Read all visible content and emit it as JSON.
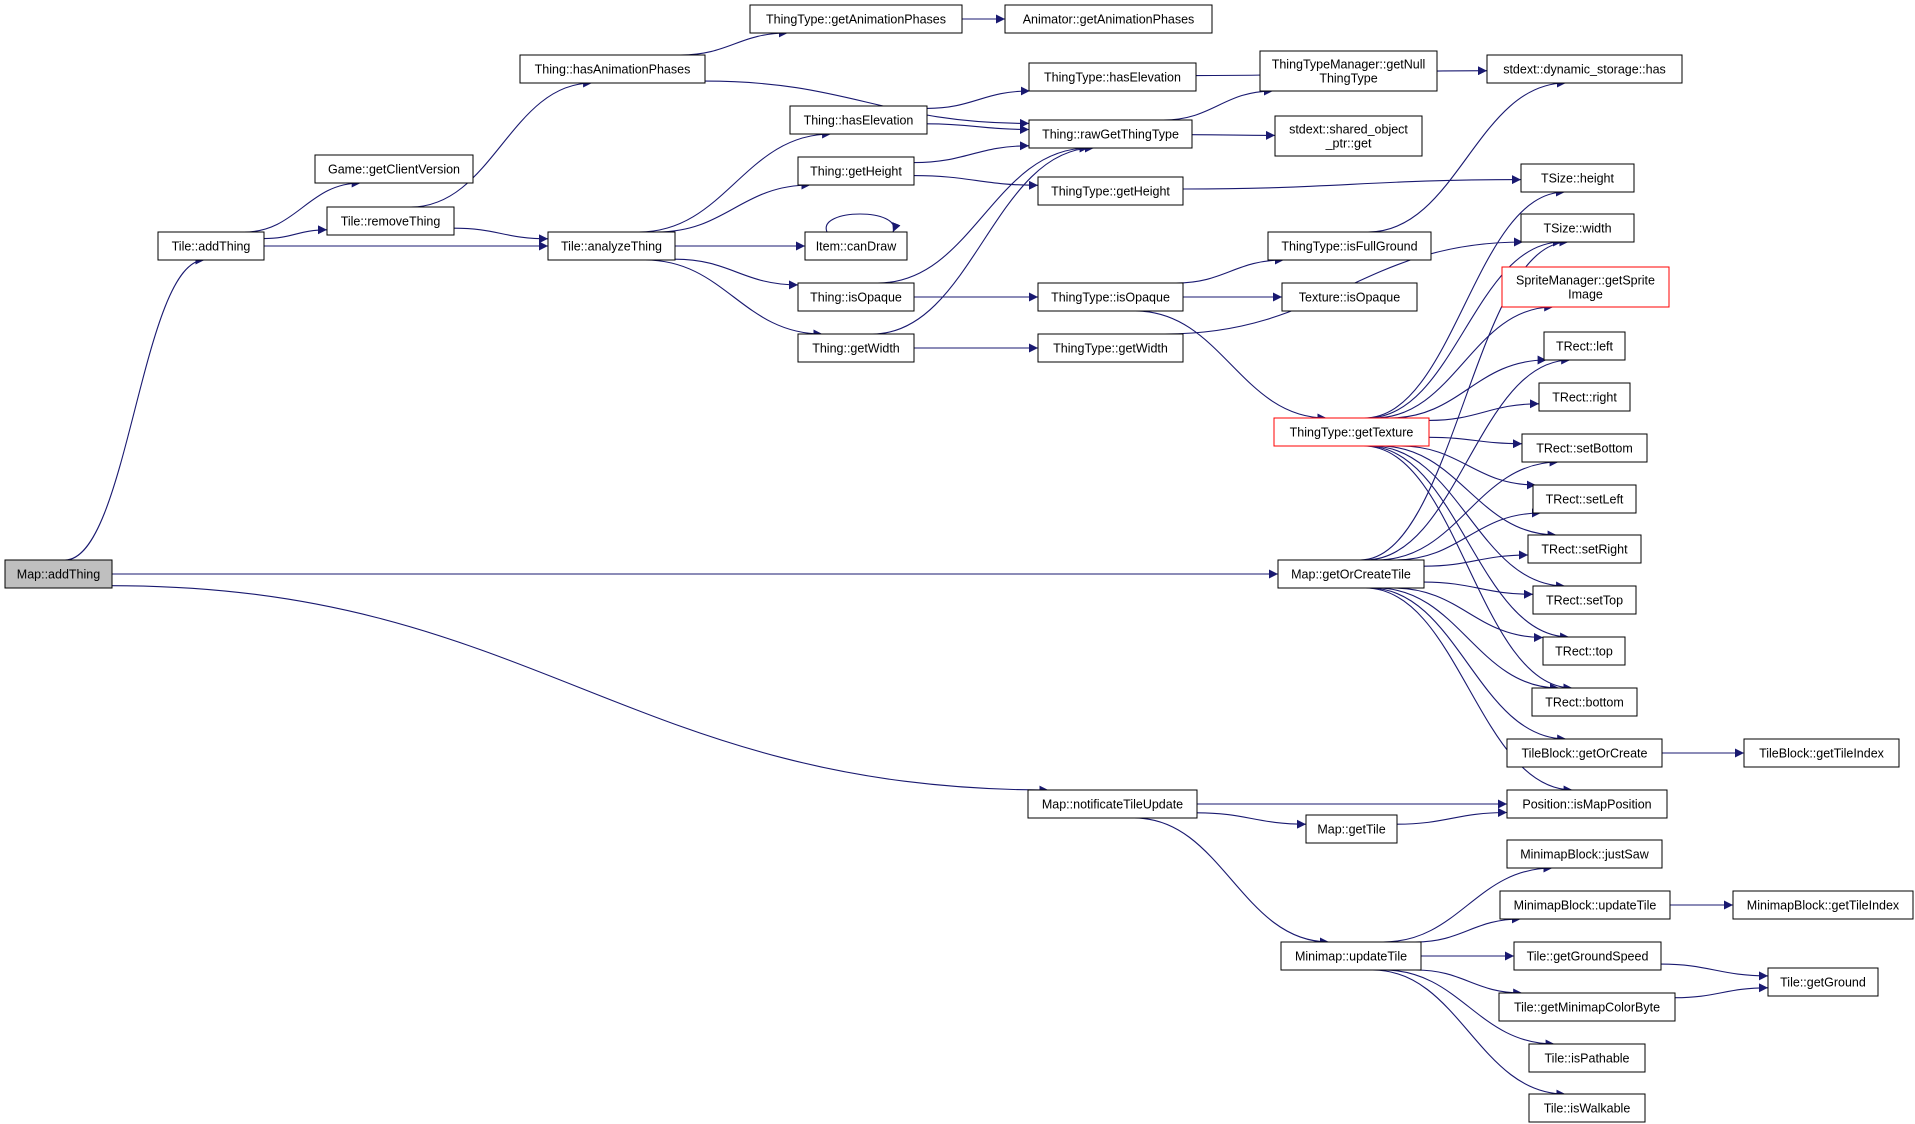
{
  "colors": {
    "edge": "#191970",
    "root_fill": "#bfbfbf",
    "truncated_border": "#ff0000"
  },
  "nodes": {
    "map_addthing": [
      "Map::addThing"
    ],
    "tile_addthing": [
      "Tile::addThing"
    ],
    "game_getclientversion": [
      "Game::getClientVersion"
    ],
    "tile_removething": [
      "Tile::removeThing"
    ],
    "thing_hasanimationphases": [
      "Thing::hasAnimationPhases"
    ],
    "tile_analyzething": [
      "Tile::analyzeThing"
    ],
    "thingtype_getanimationphases": [
      "ThingType::getAnimationPhases"
    ],
    "animator_getanimationphases": [
      "Animator::getAnimationPhases"
    ],
    "thing_haselevation": [
      "Thing::hasElevation"
    ],
    "thing_getheight": [
      "Thing::getHeight"
    ],
    "item_candraw": [
      "Item::canDraw"
    ],
    "thing_isopaque": [
      "Thing::isOpaque"
    ],
    "thing_getwidth": [
      "Thing::getWidth"
    ],
    "thingtype_haselevation": [
      "ThingType::hasElevation"
    ],
    "thing_rawgetthingtype": [
      "Thing::rawGetThingType"
    ],
    "thingtype_getheight": [
      "ThingType::getHeight"
    ],
    "thingtype_isopaque": [
      "ThingType::isOpaque"
    ],
    "thingtype_getwidth": [
      "ThingType::getWidth"
    ],
    "thingtypemanager_getnullthingtype": [
      "ThingTypeManager::getNull",
      "ThingType"
    ],
    "shared_object_ptr_get": [
      "stdext::shared_object",
      "_ptr::get"
    ],
    "thingtype_isfullground": [
      "ThingType::isFullGround"
    ],
    "texture_isopaque": [
      "Texture::isOpaque"
    ],
    "dynamic_storage_has": [
      "stdext::dynamic_storage::has"
    ],
    "tsize_height": [
      "TSize::height"
    ],
    "tsize_width": [
      "TSize::width"
    ],
    "spritemanager_getspriteimage": [
      "SpriteManager::getSprite",
      "Image"
    ],
    "thingtype_gettexture": [
      "ThingType::getTexture"
    ],
    "trect_left": [
      "TRect::left"
    ],
    "trect_right": [
      "TRect::right"
    ],
    "trect_setbottom": [
      "TRect::setBottom"
    ],
    "trect_setleft": [
      "TRect::setLeft"
    ],
    "trect_setright": [
      "TRect::setRight"
    ],
    "trect_settop": [
      "TRect::setTop"
    ],
    "trect_top": [
      "TRect::top"
    ],
    "trect_bottom": [
      "TRect::bottom"
    ],
    "map_getorcreatetile": [
      "Map::getOrCreateTile"
    ],
    "tileblock_getorcreate": [
      "TileBlock::getOrCreate"
    ],
    "tileblock_gettileindex": [
      "TileBlock::getTileIndex"
    ],
    "position_ismapposition": [
      "Position::isMapPosition"
    ],
    "map_notificatetileupdate": [
      "Map::notificateTileUpdate"
    ],
    "map_gettile": [
      "Map::getTile"
    ],
    "minimapblock_justsaw": [
      "MinimapBlock::justSaw"
    ],
    "minimapblock_updatetile": [
      "MinimapBlock::updateTile"
    ],
    "minimapblock_gettileindex": [
      "MinimapBlock::getTileIndex"
    ],
    "minimap_updatetile": [
      "Minimap::updateTile"
    ],
    "tile_getgroundspeed": [
      "Tile::getGroundSpeed"
    ],
    "tile_getground": [
      "Tile::getGround"
    ],
    "tile_getminimapcolorbyte": [
      "Tile::getMinimapColorByte"
    ],
    "tile_ispathable": [
      "Tile::isPathable"
    ],
    "tile_iswalkable": [
      "Tile::isWalkable"
    ]
  },
  "edges": [
    [
      "map_addthing",
      "tile_addthing"
    ],
    [
      "map_addthing",
      "map_getorcreatetile"
    ],
    [
      "map_addthing",
      "map_notificatetileupdate"
    ],
    [
      "tile_addthing",
      "game_getclientversion"
    ],
    [
      "tile_addthing",
      "tile_removething"
    ],
    [
      "tile_addthing",
      "tile_analyzething"
    ],
    [
      "tile_removething",
      "thing_hasanimationphases"
    ],
    [
      "tile_removething",
      "tile_analyzething"
    ],
    [
      "thing_hasanimationphases",
      "thingtype_getanimationphases"
    ],
    [
      "thing_hasanimationphases",
      "thing_rawgetthingtype"
    ],
    [
      "thingtype_getanimationphases",
      "animator_getanimationphases"
    ],
    [
      "tile_analyzething",
      "thing_haselevation"
    ],
    [
      "tile_analyzething",
      "thing_getheight"
    ],
    [
      "tile_analyzething",
      "item_candraw"
    ],
    [
      "tile_analyzething",
      "thing_isopaque"
    ],
    [
      "tile_analyzething",
      "thing_getwidth"
    ],
    [
      "item_candraw",
      "item_candraw"
    ],
    [
      "thing_haselevation",
      "thingtype_haselevation"
    ],
    [
      "thing_haselevation",
      "thing_rawgetthingtype"
    ],
    [
      "thing_getheight",
      "thing_rawgetthingtype"
    ],
    [
      "thing_getheight",
      "thingtype_getheight"
    ],
    [
      "thing_isopaque",
      "thing_rawgetthingtype"
    ],
    [
      "thing_isopaque",
      "thingtype_isopaque"
    ],
    [
      "thing_getwidth",
      "thing_rawgetthingtype"
    ],
    [
      "thing_getwidth",
      "thingtype_getwidth"
    ],
    [
      "thingtype_haselevation",
      "dynamic_storage_has"
    ],
    [
      "thing_rawgetthingtype",
      "thingtypemanager_getnullthingtype"
    ],
    [
      "thing_rawgetthingtype",
      "shared_object_ptr_get"
    ],
    [
      "thingtype_getheight",
      "tsize_height"
    ],
    [
      "thingtype_getwidth",
      "tsize_width"
    ],
    [
      "thingtype_isopaque",
      "thingtype_isfullground"
    ],
    [
      "thingtype_isopaque",
      "texture_isopaque"
    ],
    [
      "thingtype_isopaque",
      "thingtype_gettexture"
    ],
    [
      "thingtype_isfullground",
      "dynamic_storage_has"
    ],
    [
      "thingtype_gettexture",
      "tsize_height"
    ],
    [
      "thingtype_gettexture",
      "tsize_width"
    ],
    [
      "thingtype_gettexture",
      "trect_left"
    ],
    [
      "thingtype_gettexture",
      "trect_right"
    ],
    [
      "thingtype_gettexture",
      "trect_setbottom"
    ],
    [
      "thingtype_gettexture",
      "trect_setleft"
    ],
    [
      "thingtype_gettexture",
      "trect_setright"
    ],
    [
      "thingtype_gettexture",
      "trect_settop"
    ],
    [
      "thingtype_gettexture",
      "trect_top"
    ],
    [
      "thingtype_gettexture",
      "trect_bottom"
    ],
    [
      "thingtype_gettexture",
      "spritemanager_getspriteimage"
    ],
    [
      "map_getorcreatetile",
      "tsize_width"
    ],
    [
      "map_getorcreatetile",
      "trect_left"
    ],
    [
      "map_getorcreatetile",
      "trect_setbottom"
    ],
    [
      "map_getorcreatetile",
      "trect_setleft"
    ],
    [
      "map_getorcreatetile",
      "trect_setright"
    ],
    [
      "map_getorcreatetile",
      "trect_settop"
    ],
    [
      "map_getorcreatetile",
      "trect_top"
    ],
    [
      "map_getorcreatetile",
      "trect_bottom"
    ],
    [
      "map_getorcreatetile",
      "tileblock_getorcreate"
    ],
    [
      "map_getorcreatetile",
      "position_ismapposition"
    ],
    [
      "tileblock_getorcreate",
      "tileblock_gettileindex"
    ],
    [
      "map_notificatetileupdate",
      "position_ismapposition"
    ],
    [
      "map_notificatetileupdate",
      "map_gettile"
    ],
    [
      "map_notificatetileupdate",
      "minimap_updatetile"
    ],
    [
      "map_gettile",
      "position_ismapposition"
    ],
    [
      "minimap_updatetile",
      "minimapblock_justsaw"
    ],
    [
      "minimap_updatetile",
      "minimapblock_updatetile"
    ],
    [
      "minimap_updatetile",
      "tile_getgroundspeed"
    ],
    [
      "minimap_updatetile",
      "tile_getminimapcolorbyte"
    ],
    [
      "minimap_updatetile",
      "tile_ispathable"
    ],
    [
      "minimap_updatetile",
      "tile_iswalkable"
    ],
    [
      "minimapblock_updatetile",
      "minimapblock_gettileindex"
    ],
    [
      "tile_getgroundspeed",
      "tile_getground"
    ],
    [
      "tile_getminimapcolorbyte",
      "tile_getground"
    ]
  ]
}
